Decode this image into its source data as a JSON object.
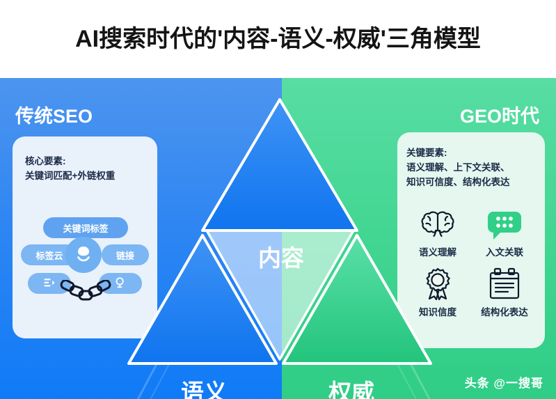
{
  "title": "AI搜索时代的'内容-语义-权威'三角模型",
  "left_panel": {
    "heading": "传统SEO",
    "card": {
      "title": "核心要素:",
      "subtitle": "关键词匹配+外链权重"
    },
    "pills": [
      {
        "label": "关键词标签",
        "icon": ""
      },
      {
        "label": "标签云",
        "icon": ""
      },
      {
        "label": "链接",
        "icon": ""
      },
      {
        "label": "",
        "icon": "list-icon"
      },
      {
        "label": "",
        "icon": "search-magnifier-icon"
      }
    ],
    "center_badge_icon": "user-avatar-icon",
    "chain_icon": "chain-link-icon"
  },
  "right_panel": {
    "heading": "GEO时代",
    "card": {
      "title": "关键要素:",
      "lines": [
        "语义理解、上下文关联、",
        "知识可信度、结构化表达"
      ]
    },
    "features": [
      {
        "label": "语义理解",
        "icon": "brain-icon"
      },
      {
        "label": "入文关联",
        "icon": "speech-bubble-icon"
      },
      {
        "label": "知识信度",
        "icon": "award-badge-icon"
      },
      {
        "label": "结构化表达",
        "icon": "clipboard-icon"
      }
    ]
  },
  "triangle": {
    "top": "内容",
    "bottom_left": "语义",
    "bottom_right": "权威"
  },
  "watermark": "头条 @一搜哥",
  "colors": {
    "left_bg": "#2f86f2",
    "right_bg": "#43d693",
    "left_card_bg": "#e9f1fb",
    "right_card_bg": "#e5f7ef",
    "title_color": "#141414",
    "triangle_blue": "#1e7ef5",
    "triangle_green": "#31cf88",
    "text_dark": "#1b2b46"
  }
}
